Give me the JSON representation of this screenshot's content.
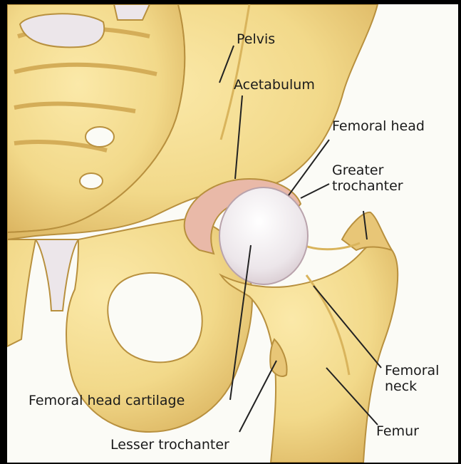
{
  "labels": {
    "pelvis": "Pelvis",
    "acetabulum": "Acetabulum",
    "femoral_head": "Femoral head",
    "greater_trochanter": "Greater trochanter",
    "femoral_head_cartilage": "Femoral head cartilage",
    "lesser_trochanter": "Lesser trochanter",
    "femoral_neck": "Femoral neck",
    "femur": "Femur"
  },
  "colors": {
    "bone": "#f2d98a",
    "bone_shade": "#d9b45c",
    "bone_outline": "#b8903e",
    "cartilage": "#ece6ea",
    "acetabulum_pink": "#e9b9a8",
    "background": "#fbfbf6",
    "leader_line": "#222222"
  }
}
